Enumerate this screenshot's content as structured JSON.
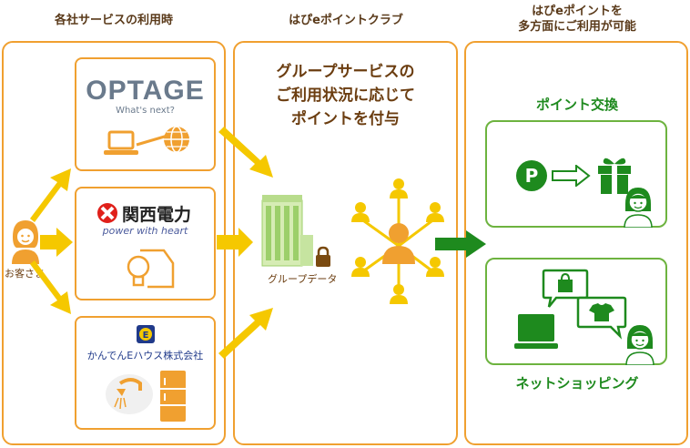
{
  "headers": {
    "col1": "各社サービスの利用時",
    "col2": "はぴeポイントクラブ",
    "col3_line1": "はぴeポイントを",
    "col3_line2": "多方面にご利用が可能"
  },
  "customer_label": "お客さま",
  "services": {
    "optage_logo": "OPTAGE",
    "optage_tagline": "What's next?",
    "kepco_logo": "関西電力",
    "kepco_tagline": "power with heart",
    "kanden_name": "かんでんEハウス株式会社"
  },
  "club": {
    "line1": "グループサービスの",
    "line2": "ご利用状況に応じて",
    "line3": "ポイントを付与",
    "group_data_label": "グループデータ"
  },
  "uses": {
    "point_exchange": "ポイント交換",
    "point_symbol": "P",
    "net_shopping": "ネットショッピング"
  },
  "colors": {
    "orange": "#f0a030",
    "yellow_arrow": "#f5c800",
    "green": "#1e8a1e",
    "green_border": "#6db33f",
    "brown_text": "#6b3d10"
  }
}
